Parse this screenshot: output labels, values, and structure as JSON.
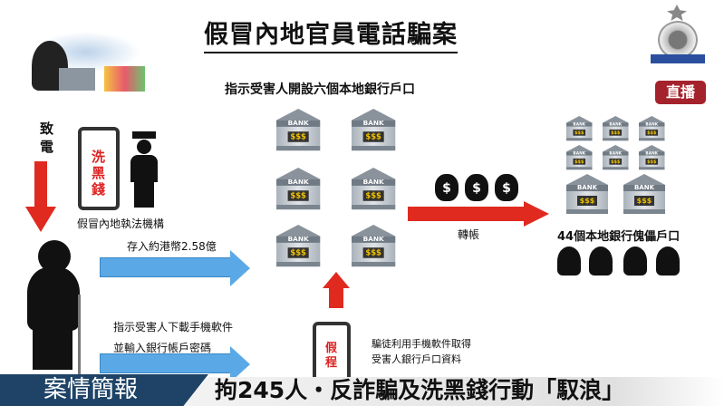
{
  "title": "假冒內地官員電話騙案",
  "accounts_label": "指示受害人開設六個本地銀行戶口",
  "bank_label": "BANK",
  "bank_money": "$$$",
  "bag_symbol": "$",
  "call_label": "致電",
  "phone1_text": "洗黑錢",
  "fake_agency": "假冒內地執法機構",
  "deposit_label": "存入約港幣2.58億",
  "download_line1": "指示受害人下載手機軟件",
  "download_line2": "並輸入銀行帳戶密碼",
  "phone2_text": "假程",
  "obtain_line1": "騙徒利用手機軟件取得",
  "obtain_line2": "受害人銀行戶口資料",
  "transfer_label": "轉帳",
  "mule_label": "44個本地銀行傀儡戶口",
  "live_badge": "直播",
  "banner_section": "案情簡報",
  "banner_headline": "拘245人・反詐騙及洗黑錢行動「馭浪」",
  "colors": {
    "red_arrow": "#e02a20",
    "blue_arrow": "#5aa9e6",
    "banner_blue": "#1e4366",
    "live_red": "#a4222c"
  }
}
